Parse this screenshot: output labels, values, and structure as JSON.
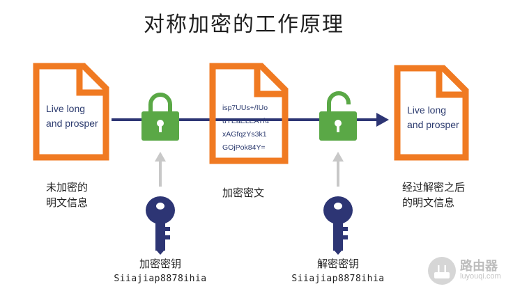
{
  "title": "对称加密的工作原理",
  "plaintext_doc": {
    "lines": [
      "Live long",
      "and prosper"
    ]
  },
  "ciphertext_doc": {
    "lines": [
      "isp7UUs+/IUo",
      "uYEaELEATf4",
      "xAGfqzYs3k1",
      "GOjPok84Y="
    ]
  },
  "decrypted_doc": {
    "lines": [
      "Live long",
      "and prosper"
    ]
  },
  "captions": {
    "plaintext": [
      "未加密的",
      "明文信息"
    ],
    "ciphertext": "加密密文",
    "decrypted": [
      "经过解密之后",
      "的明文信息"
    ]
  },
  "encrypt_key": {
    "label": "加密密钥",
    "code": "Siiajiap8878ihia"
  },
  "decrypt_key": {
    "label": "解密密钥",
    "code": "Siiajiap8878ihia"
  },
  "watermark": {
    "name": "路由器",
    "url": "luyouqi.com"
  },
  "colors": {
    "doc_orange": "#f07a22",
    "lock_green": "#5aa846",
    "key_navy": "#2d3574",
    "arrow_navy": "#2d3574",
    "arrow_gray": "#c8c8c8"
  },
  "icons": [
    "document-icon",
    "locked-padlock-icon",
    "unlocked-padlock-icon",
    "key-icon",
    "router-icon"
  ]
}
